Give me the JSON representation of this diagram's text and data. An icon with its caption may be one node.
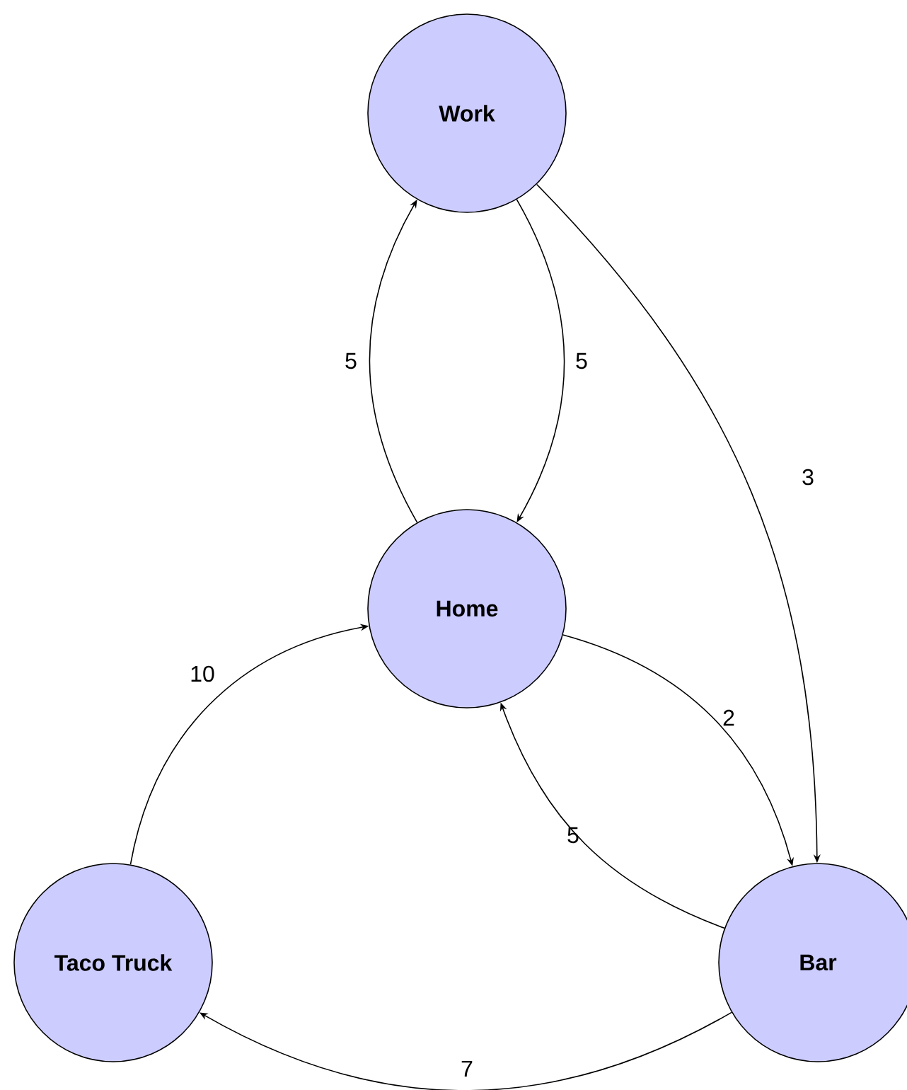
{
  "diagram": {
    "nodes": [
      {
        "text": [
          "Work"
        ]
      },
      {
        "text": [
          "Home"
        ]
      },
      {
        "text": [
          "Taco Truck"
        ]
      },
      {
        "text": [
          "Bar"
        ]
      }
    ],
    "edges": [
      {
        "from": 1,
        "to": 0,
        "arrow": "to",
        "label": "5"
      },
      {
        "from": 0,
        "to": 1,
        "arrow": "to",
        "label": "5"
      },
      {
        "from": 0,
        "to": 3,
        "arrow": "to",
        "label": "3"
      },
      {
        "from": 1,
        "to": 3,
        "arrow": "to",
        "label": "2"
      },
      {
        "from": 3,
        "to": 1,
        "arrow": "to",
        "label": "5"
      },
      {
        "from": 2,
        "to": 1,
        "arrow": "to",
        "label": "10"
      },
      {
        "from": 3,
        "to": 2,
        "arrow": "to",
        "label": "7"
      }
    ]
  }
}
